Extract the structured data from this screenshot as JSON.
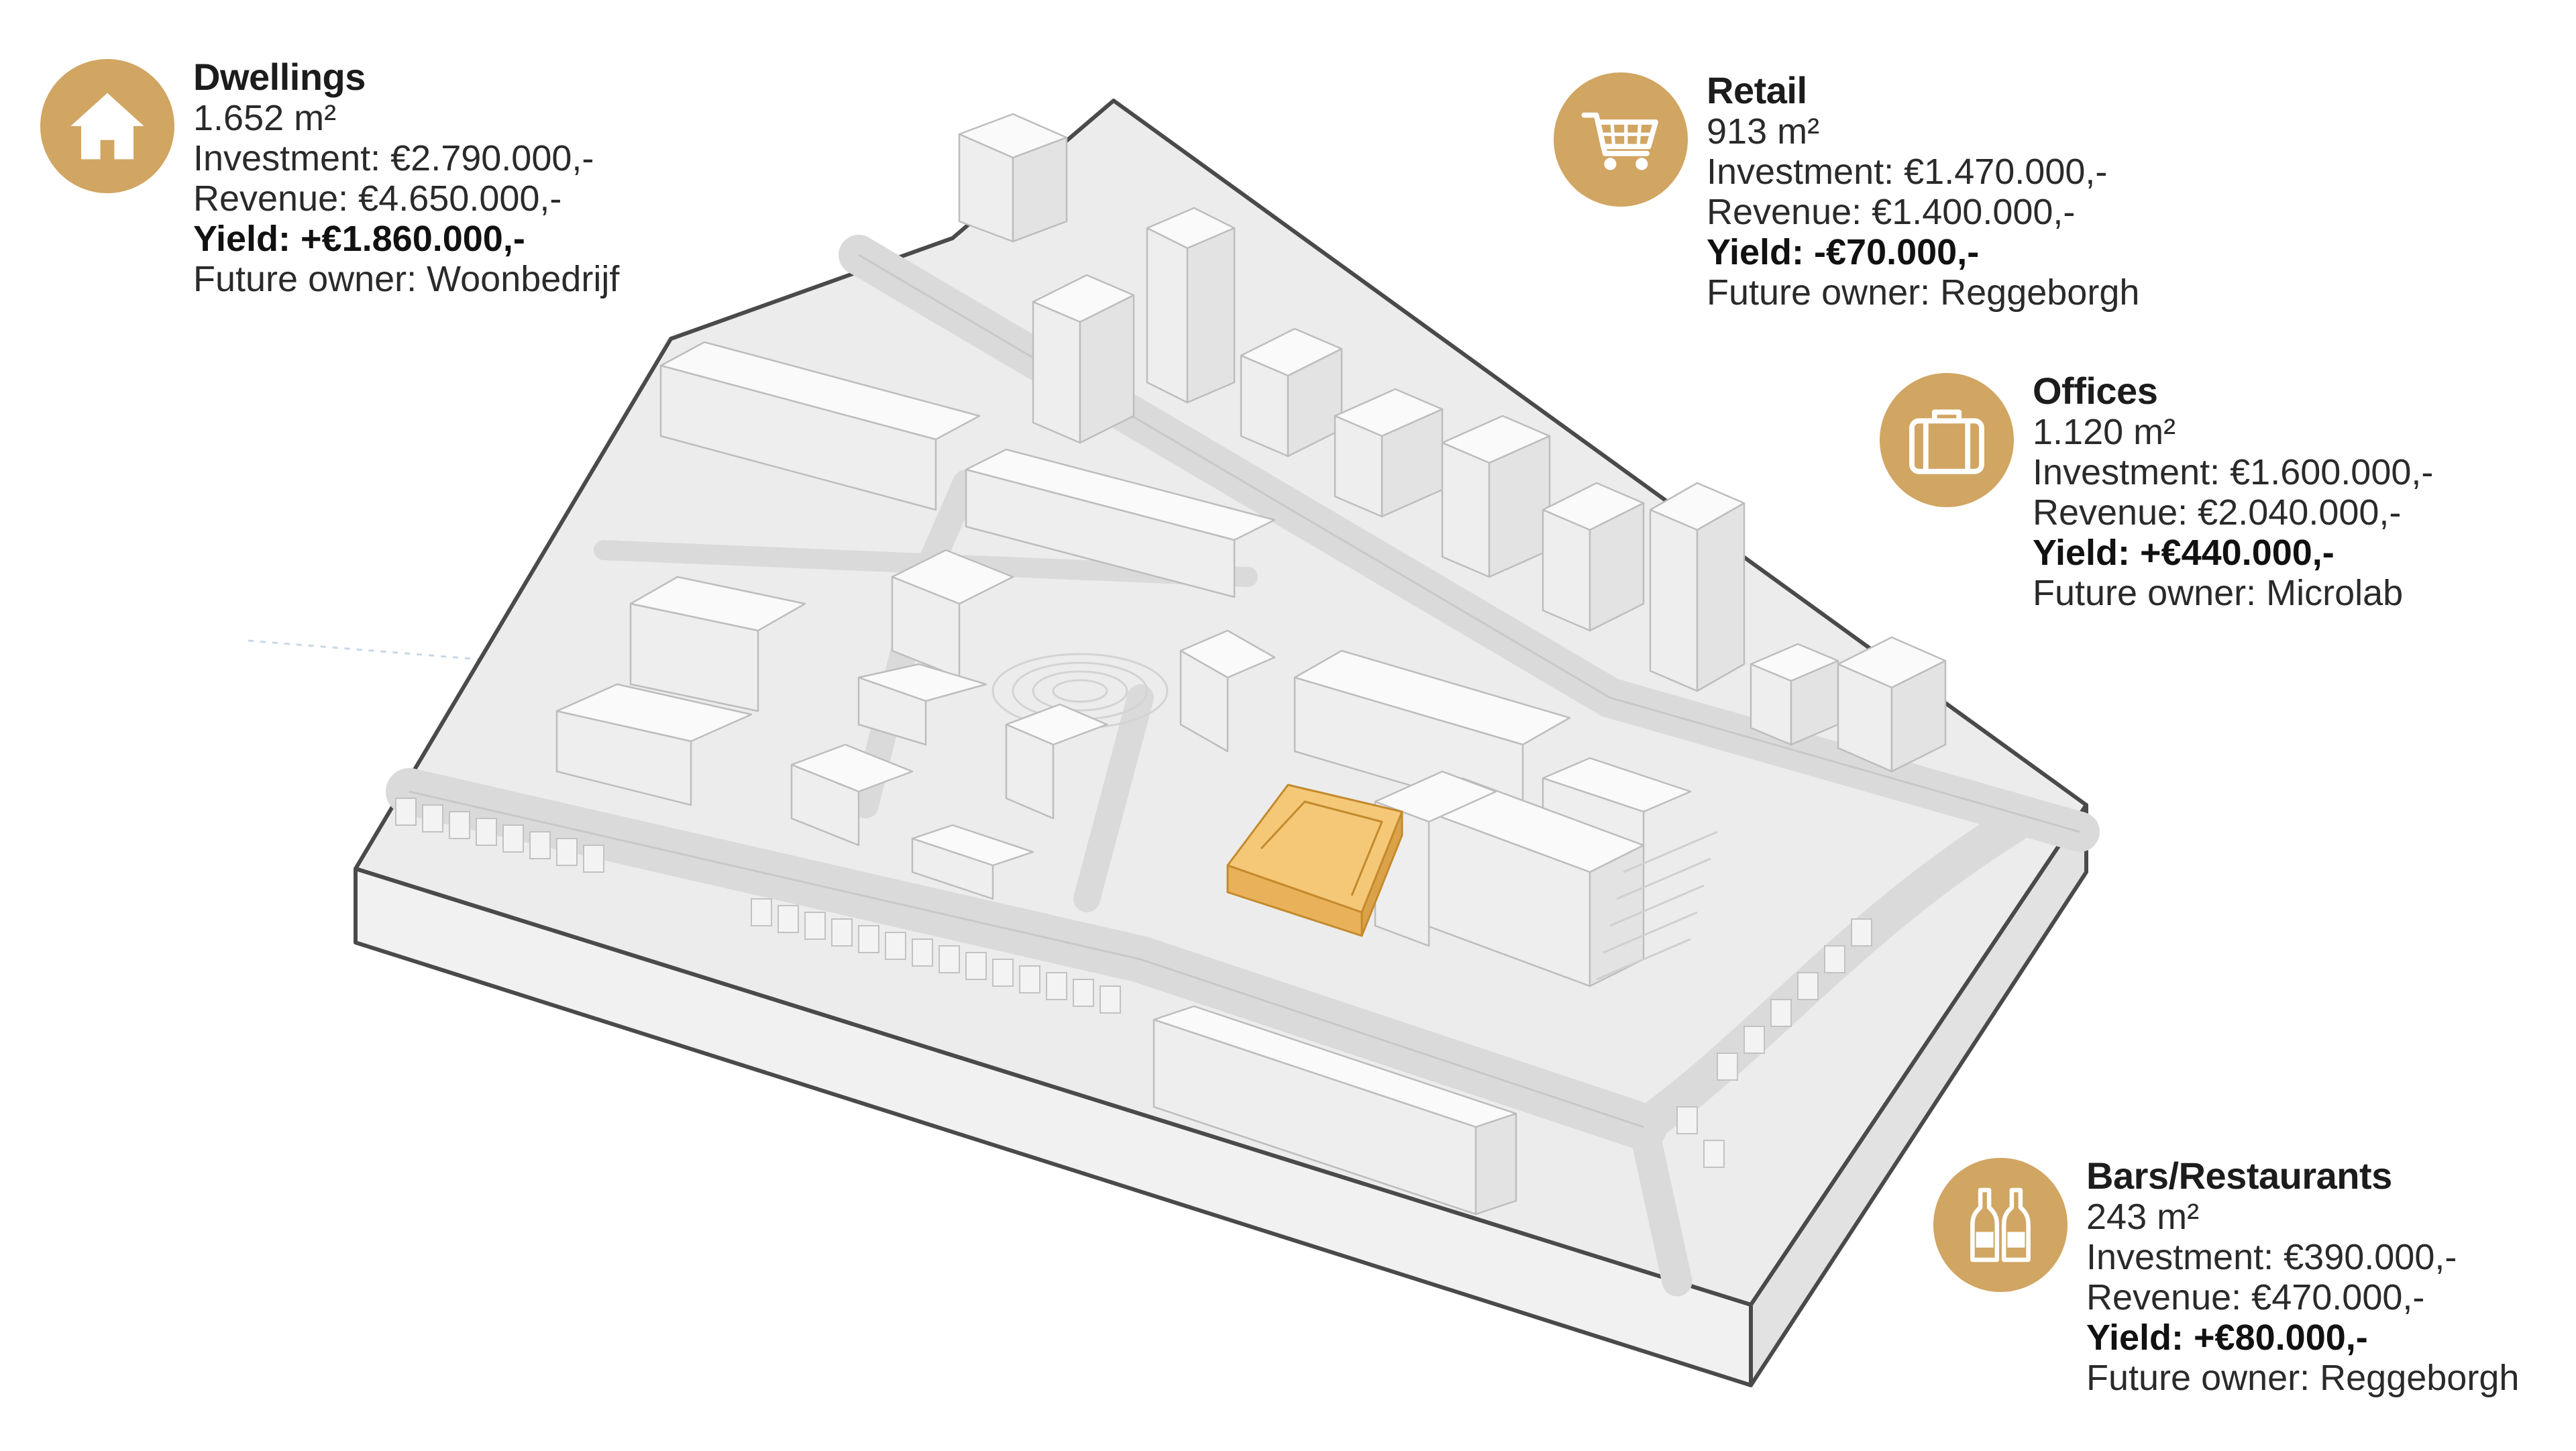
{
  "colors": {
    "accent": "#d1a562",
    "highlight_building": "#e9b25a",
    "model_base": "#ececec",
    "buildings": "#f6f6f6",
    "edges": "#4a4a4a"
  },
  "programs": [
    {
      "icon": "house-icon",
      "name": "Dwellings",
      "area": "1.652 m²",
      "investment": "Investment: €2.790.000,-",
      "revenue": "Revenue: €4.650.000,-",
      "yield": "Yield: +€1.860.000,-",
      "owner": "Future owner: Woonbedrijf"
    },
    {
      "icon": "shopping-cart-icon",
      "name": "Retail",
      "area": "913 m²",
      "investment": "Investment: €1.470.000,-",
      "revenue": "Revenue: €1.400.000,-",
      "yield": "Yield: -€70.000,-",
      "owner": "Future owner: Reggeborgh"
    },
    {
      "icon": "briefcase-icon",
      "name": "Offices",
      "area": "1.120 m²",
      "investment": "Investment: €1.600.000,-",
      "revenue": "Revenue: €2.040.000,-",
      "yield": "Yield: +€440.000,-",
      "owner": "Future owner: Microlab"
    },
    {
      "icon": "bottles-icon",
      "name": "Bars/Restaurants",
      "area": "243 m²",
      "investment": "Investment: €390.000,-",
      "revenue": "Revenue: €470.000,-",
      "yield": "Yield: +€80.000,-",
      "owner": "Future owner: Reggeborgh"
    }
  ]
}
